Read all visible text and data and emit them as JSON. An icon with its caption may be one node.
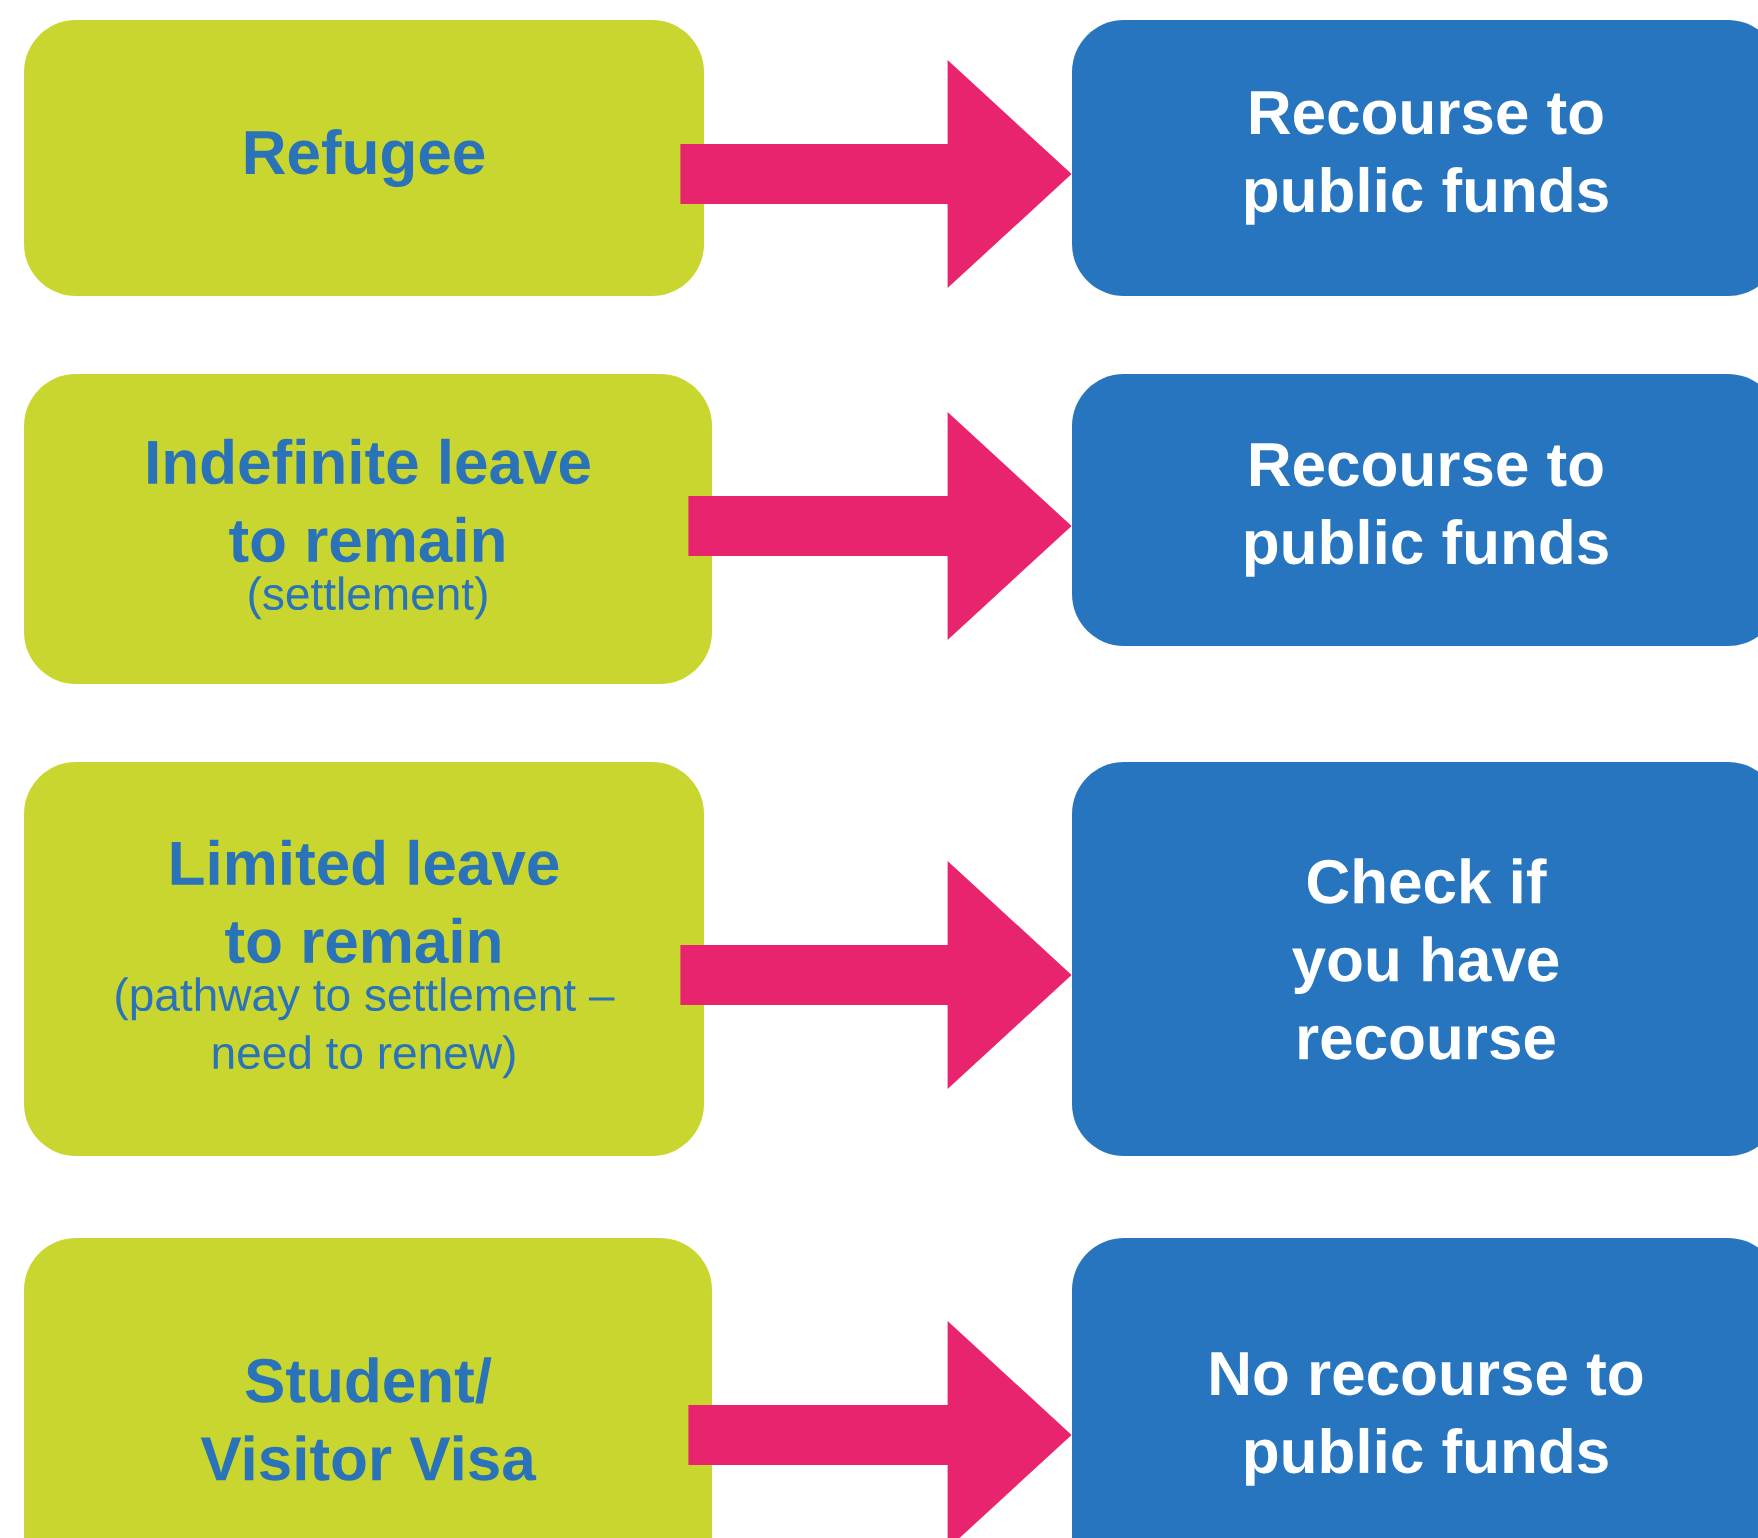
{
  "diagram": {
    "nodes": [
      {
        "text": [
          "Refugee"
        ]
      },
      {
        "text": [
          "Recourse to public funds"
        ]
      },
      {
        "text": [
          "Indefinite leave to remain",
          "(settlement)"
        ]
      },
      {
        "text": [
          "Recourse to public funds"
        ]
      },
      {
        "text": [
          "Limited leave to remain",
          "(pathway to settlement – need to renew)"
        ]
      },
      {
        "text": [
          "Check if you have recourse"
        ]
      },
      {
        "text": [
          "Student/ Visitor Visa"
        ]
      },
      {
        "text": [
          "No recourse to public funds"
        ]
      }
    ],
    "edges": [
      {
        "from": 0,
        "to": 1,
        "arrow": "to"
      },
      {
        "from": 2,
        "to": 3,
        "arrow": "to"
      },
      {
        "from": 4,
        "to": 5,
        "arrow": "to"
      },
      {
        "from": 6,
        "to": 7,
        "arrow": "to"
      }
    ]
  }
}
